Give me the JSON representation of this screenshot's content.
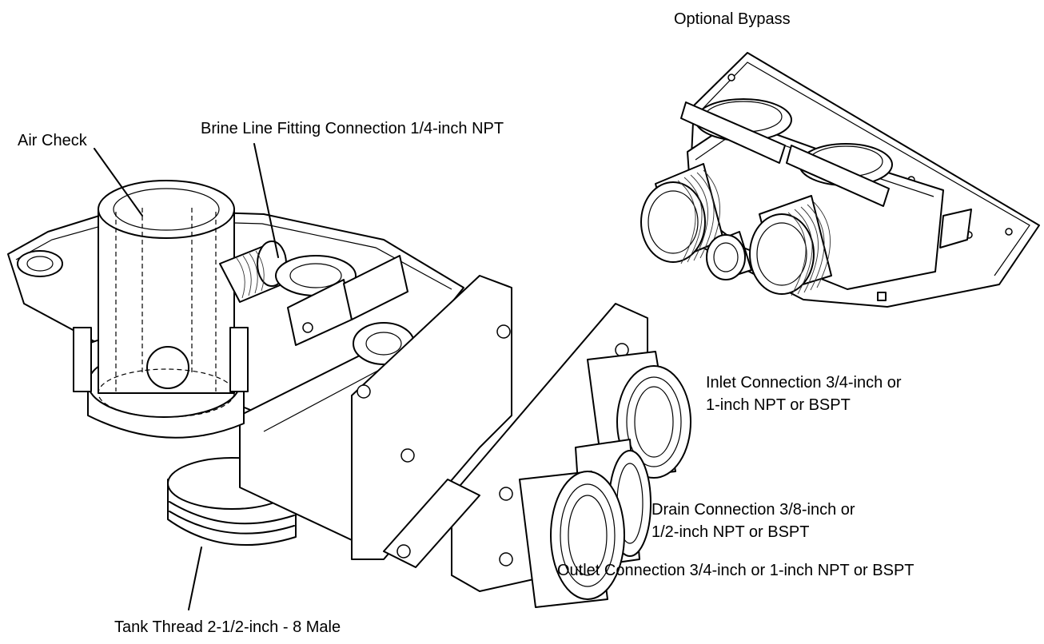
{
  "labels": {
    "optional_bypass": "Optional Bypass",
    "air_check": "Air Check",
    "brine_line": "Brine Line Fitting Connection 1/4-inch NPT",
    "inlet_line1": "Inlet Connection 3/4-inch or",
    "inlet_line2": "1-inch NPT or BSPT",
    "drain_line1": "Drain Connection 3/8-inch or",
    "drain_line2": "1/2-inch NPT or BSPT",
    "outlet": "Outlet Connection 3/4-inch or 1-inch NPT or BSPT",
    "tank_thread": "Tank Thread 2-1/2-inch - 8 Male"
  }
}
